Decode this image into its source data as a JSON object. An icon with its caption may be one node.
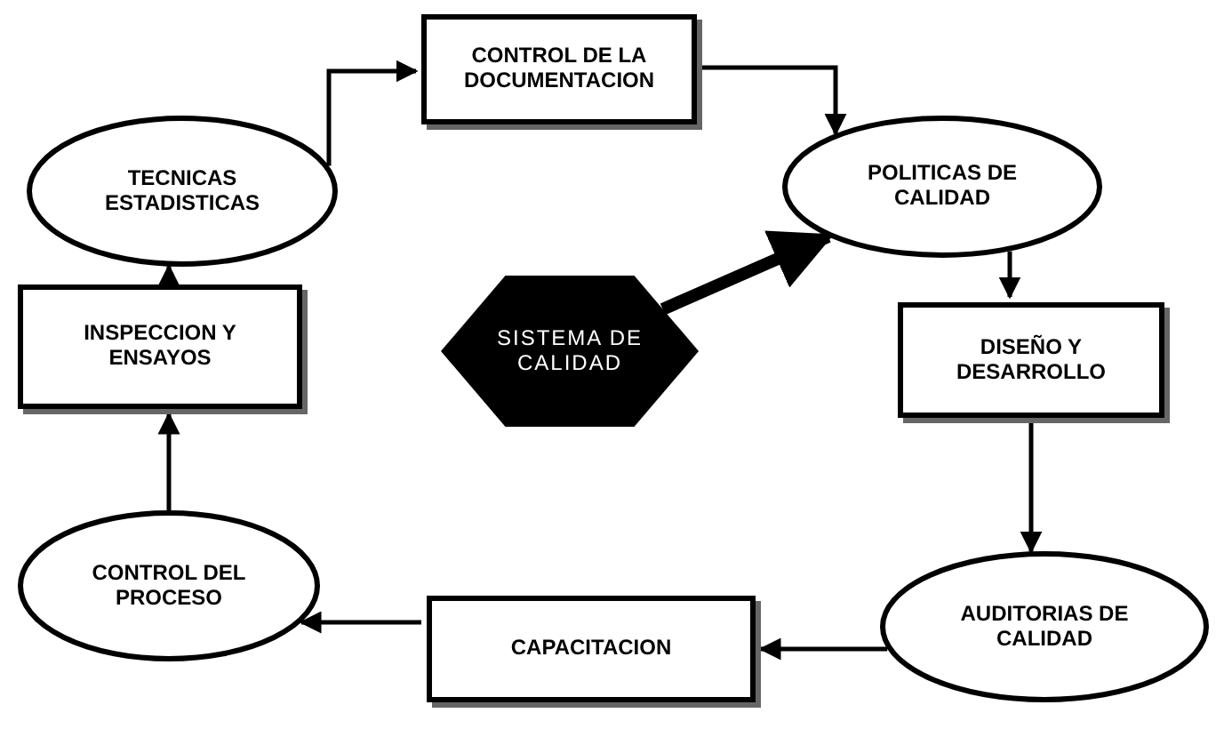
{
  "diagram": {
    "nodes": [
      {
        "text": [
          "TECNICAS ESTADISTICAS"
        ]
      },
      {
        "text": [
          "CONTROL DE LA DOCUMENTACION"
        ]
      },
      {
        "text": [
          "POLITICAS DE CALIDAD"
        ]
      },
      {
        "text": [
          "SISTEMA DE CALIDAD"
        ]
      },
      {
        "text": [
          "INSPECCION Y ENSAYOS"
        ]
      },
      {
        "text": [
          "DISEÑO Y DESARROLLO"
        ]
      },
      {
        "text": [
          "CONTROL DEL PROCESO"
        ]
      },
      {
        "text": [
          "CAPACITACION"
        ]
      },
      {
        "text": [
          "AUDITORIAS DE CALIDAD"
        ]
      }
    ],
    "edges": [
      {
        "from": 0,
        "to": 1,
        "arrow": "to"
      },
      {
        "from": 1,
        "to": 2,
        "arrow": "to"
      },
      {
        "from": 2,
        "to": 5,
        "arrow": "to"
      },
      {
        "from": 5,
        "to": 8,
        "arrow": "to"
      },
      {
        "from": 8,
        "to": 7,
        "arrow": "to"
      },
      {
        "from": 7,
        "to": 6,
        "arrow": "to"
      },
      {
        "from": 6,
        "to": 4,
        "arrow": "to"
      },
      {
        "from": 4,
        "to": 0,
        "arrow": "to"
      },
      {
        "from": 3,
        "to": 2,
        "arrow": "to",
        "style": "thick"
      }
    ]
  }
}
